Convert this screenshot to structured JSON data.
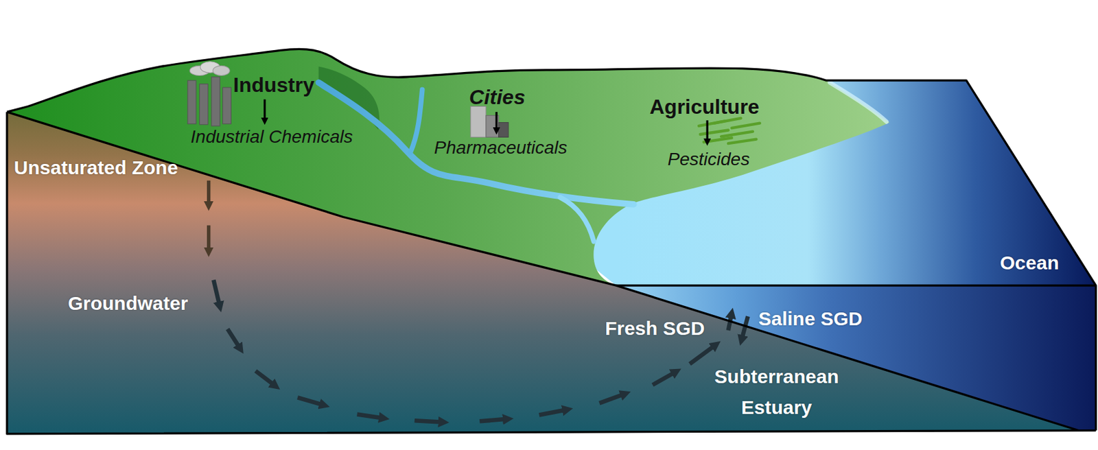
{
  "diagram": {
    "labels": [
      "Industry",
      "Cities",
      "Agriculture",
      "Industrial Chemicals",
      "Pharmaceuticals",
      "Pesticides",
      "Unsaturated Zone",
      "Ocean",
      "Groundwater",
      "Fresh SGD",
      "Saline SGD",
      "Subterranean Estuary"
    ]
  }
}
